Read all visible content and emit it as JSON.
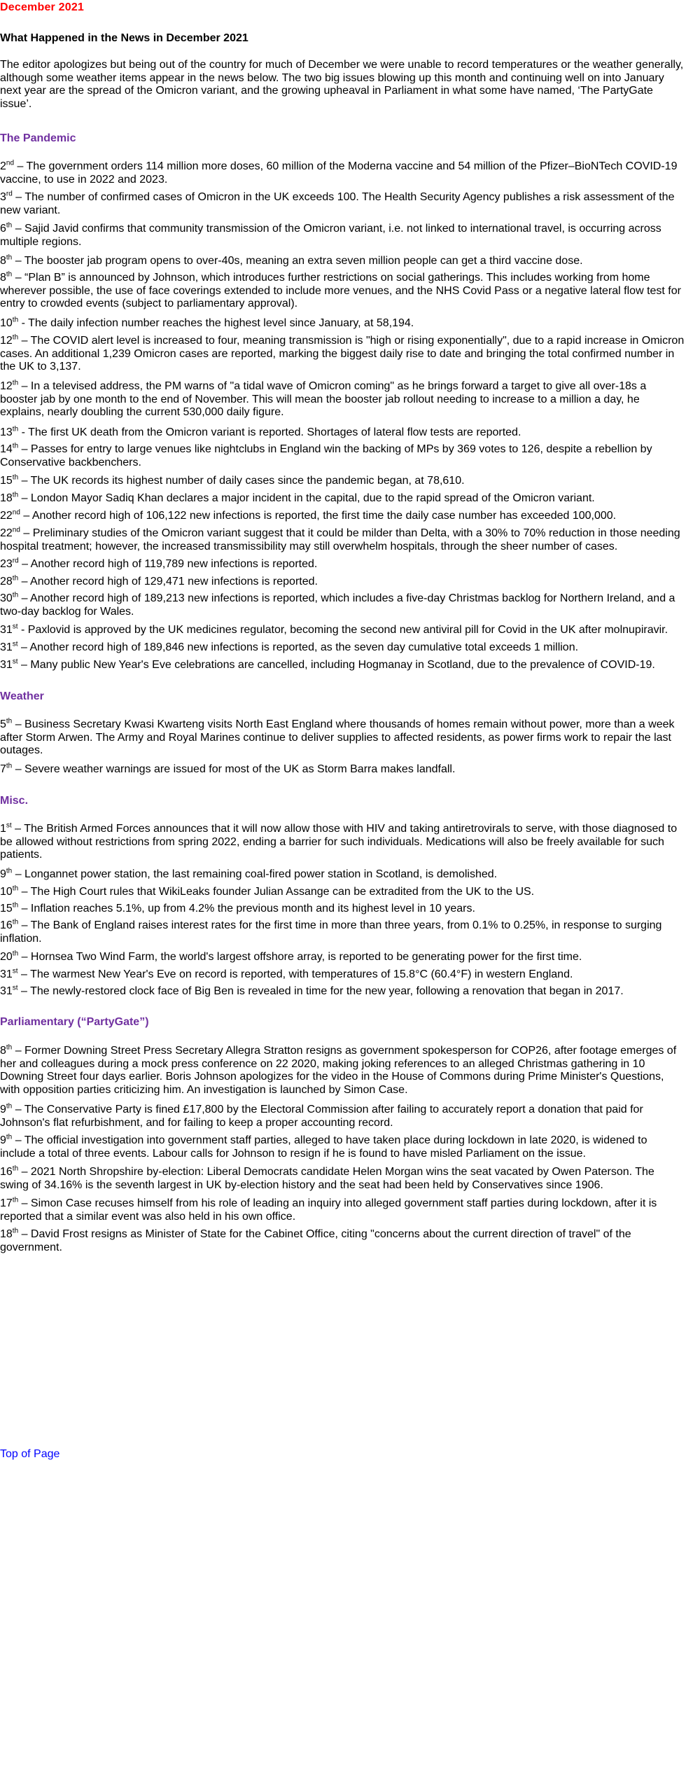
{
  "header": {
    "month_title": "December  2021",
    "headline": "What Happened in the News in December 2021",
    "intro": "The editor apologizes but being out of the country for much of December we were unable to record temperatures or the weather generally, although some weather items appear in the news below. The two big issues blowing up this month and continuing well on into January next year are the spread of the Omicron variant, and the growing upheaval in Parliament in what some have named, ‘The PartyGate issue’."
  },
  "sections": {
    "pandemic": {
      "title": "The Pandemic",
      "items": [
        {
          "day": "2",
          "suffix": "nd",
          "text": " – The government orders 114 million more doses, 60 million of the Moderna vaccine and 54 million of the Pfizer–BioNTech COVID-19 vaccine, to use in 2022 and 2023."
        },
        {
          "day": "3",
          "suffix": "rd",
          "text": " – The number of confirmed cases of Omicron in the UK exceeds 100. The Health Security Agency publishes a risk assessment of the new variant."
        },
        {
          "day": "6",
          "suffix": "th",
          "text": " – Sajid Javid confirms that community transmission of the Omicron variant, i.e. not linked to international travel, is occurring across multiple regions."
        },
        {
          "day": "8",
          "suffix": "th",
          "text": " – The booster jab program opens to over-40s, meaning an extra seven million people can get a third vaccine dose."
        },
        {
          "day": "8",
          "suffix": "th",
          "text": " – “Plan B” is announced by Johnson, which introduces further restrictions on social gatherings. This includes working from home wherever possible, the use of face coverings extended to include more venues, and the NHS Covid Pass or a negative lateral flow test for entry to crowded events (subject to parliamentary approval)."
        },
        {
          "day": "10",
          "suffix": "th",
          "text": " - The daily infection number reaches the highest level since January, at 58,194."
        },
        {
          "day": "12",
          "suffix": "th",
          "text": " – The COVID alert level is increased to four, meaning transmission is \"high or rising exponentially\", due to a rapid increase in Omicron cases. An additional 1,239 Omicron cases are reported, marking the biggest daily rise to date and bringing the total confirmed number in the UK to 3,137."
        },
        {
          "day": "12",
          "suffix": "th",
          "text": " – In a televised address, the PM warns of \"a tidal wave of Omicron coming\" as he brings forward a target to give all over-18s a booster jab by one month to the end of November. This will mean the booster jab rollout needing to increase to a million a day, he explains, nearly doubling the current 530,000 daily figure."
        },
        {
          "day": "13",
          "suffix": "th",
          "text": " - The first UK death from the Omicron variant is reported.  Shortages of lateral flow tests are reported."
        },
        {
          "day": "14",
          "suffix": "th",
          "text": " – Passes for entry to large venues like nightclubs in England win the backing of MPs by 369 votes to 126, despite a rebellion by Conservative backbenchers."
        },
        {
          "day": "15",
          "suffix": "th",
          "text": " – The UK records its highest number of daily cases since the pandemic began, at 78,610."
        },
        {
          "day": "18",
          "suffix": "th",
          "text": " – London Mayor Sadiq Khan declares a major incident in the capital, due to the rapid spread of the Omicron variant."
        },
        {
          "day": "22",
          "suffix": "nd",
          "text": " – Another record high of 106,122 new infections is reported, the first time the daily case number has exceeded 100,000."
        },
        {
          "day": "22",
          "suffix": "nd",
          "text": " – Preliminary studies of the Omicron variant suggest that it could be milder than Delta, with a 30% to 70% reduction in those needing hospital treatment; however, the increased transmissibility may still overwhelm hospitals, through the sheer number of cases."
        },
        {
          "day": "23",
          "suffix": "rd",
          "text": " – Another record high of 119,789 new infections is reported."
        },
        {
          "day": "28",
          "suffix": "th",
          "text": " – Another record high of 129,471 new infections is reported."
        },
        {
          "day": "30",
          "suffix": "th",
          "text": " – Another record high of 189,213 new infections is reported, which includes a five-day Christmas backlog for Northern Ireland, and a two-day backlog for Wales."
        },
        {
          "day": "31",
          "suffix": "st",
          "text": " - Paxlovid is approved by the UK medicines regulator, becoming the second new antiviral pill for Covid in the UK after molnupiravir."
        },
        {
          "day": "31",
          "suffix": "st",
          "text": " – Another record high of 189,846 new infections is reported, as the seven day cumulative total exceeds 1 million."
        },
        {
          "day": "31",
          "suffix": "st",
          "text": " – Many public New Year's Eve celebrations are cancelled, including Hogmanay in Scotland, due to the prevalence of COVID-19."
        }
      ]
    },
    "weather": {
      "title": "Weather",
      "items": [
        {
          "day": "5",
          "suffix": "th",
          "text": " – Business Secretary Kwasi Kwarteng visits North East England where thousands of homes remain without power, more than a week after Storm Arwen. The Army and Royal Marines continue to deliver supplies to affected residents, as power firms work to repair the last outages."
        },
        {
          "day": "7",
          "suffix": "th",
          "text": " – Severe weather warnings are issued for most of the UK as Storm Barra makes landfall."
        }
      ]
    },
    "misc": {
      "title": "Misc.",
      "items": [
        {
          "day": "1",
          "suffix": "st",
          "text": " – The British Armed Forces announces that it will now allow those with HIV and taking antiretrovirals to serve, with those diagnosed to be allowed without restrictions from spring 2022, ending a barrier for such individuals. Medications will also be freely available for such patients."
        },
        {
          "day": "9",
          "suffix": "th",
          "text": " – Longannet power station, the last remaining coal-fired power station in Scotland, is demolished."
        },
        {
          "day": "10",
          "suffix": "th",
          "text": " – The High Court rules that WikiLeaks founder Julian Assange can be extradited from the UK to the US."
        },
        {
          "day": "15",
          "suffix": "th",
          "text": " – Inflation reaches 5.1%, up from 4.2% the previous month and its highest level in 10 years."
        },
        {
          "day": "16",
          "suffix": "th",
          "text": " – The Bank of England raises interest rates for the first time in more than three years, from 0.1% to 0.25%, in response to surging inflation."
        },
        {
          "day": "20",
          "suffix": "th",
          "text": " – Hornsea Two Wind Farm, the world's largest offshore array, is reported to be generating power for the first time."
        },
        {
          "day": "31",
          "suffix": "st",
          "text": " – The warmest New Year's Eve on record is reported, with temperatures of 15.8°C (60.4°F) in western England."
        },
        {
          "day": "31",
          "suffix": "st",
          "text": " – The newly-restored clock face of Big Ben is revealed in time for the new year, following a renovation that began in 2017."
        }
      ]
    },
    "parliamentary": {
      "title": "Parliamentary (“PartyGate”)",
      "items": [
        {
          "day": "8",
          "suffix": "th",
          "text": " – Former Downing Street Press Secretary Allegra Stratton resigns as government spokesperson for COP26, after footage emerges of her and colleagues during a mock press conference on 22   2020, making joking references to an alleged Christmas gathering in 10 Downing Street four days earlier. Boris Johnson apologizes for the video in the House of Commons during Prime Minister's Questions, with opposition parties criticizing him. An investigation is launched by Simon Case."
        },
        {
          "day": "9",
          "suffix": "th",
          "text": " – The Conservative Party is fined £17,800 by the Electoral Commission after failing to accurately report a donation that paid for Johnson's flat refurbishment, and for failing to keep a proper accounting record."
        },
        {
          "day": "9",
          "suffix": "th",
          "text": " – The official investigation into government staff parties, alleged to have taken place during lockdown in late 2020, is widened to include a total of three events. Labour calls for Johnson to resign if he is found to have misled Parliament on the issue."
        },
        {
          "day": "16",
          "suffix": "th",
          "text": " – 2021 North Shropshire by-election: Liberal Democrats candidate Helen Morgan wins the seat vacated by Owen Paterson. The swing of 34.16% is the seventh largest in UK by-election history and the seat had been held by Conservatives since 1906."
        },
        {
          "day": "17",
          "suffix": "th",
          "text": " – Simon Case recuses himself from his role of leading an inquiry into alleged government staff parties during lockdown, after it is reported that a similar event was also held in his own office."
        },
        {
          "day": "18",
          "suffix": "th",
          "text": " – David Frost resigns as Minister of State for the Cabinet Office, citing \"concerns about the current direction of travel\" of the government."
        }
      ]
    }
  },
  "footer": {
    "top_link": "Top of Page"
  }
}
